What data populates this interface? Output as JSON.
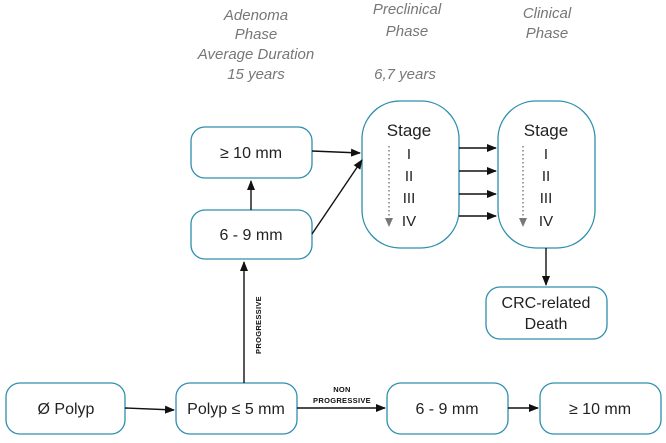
{
  "phases": {
    "adenoma": [
      "Adenoma",
      "Phase",
      "Average Duration",
      "15 years"
    ],
    "preclinical": [
      "Preclinical",
      "Phase"
    ],
    "preclinical_duration": "6,7 years",
    "clinical": [
      "Clinical",
      "Phase"
    ]
  },
  "nodes": {
    "no_polyp": "Ø Polyp",
    "polyp_small": "Polyp ≤ 5 mm",
    "mid_progressive": "6 - 9 mm",
    "large_progressive": "≥ 10 mm",
    "mid_nonprogressive": "6 - 9 mm",
    "large_nonprogressive": "≥ 10 mm",
    "crc_death": [
      "CRC-related",
      "Death"
    ]
  },
  "stage_boxes": {
    "preclinical": {
      "title": "Stage",
      "stages": [
        "I",
        "II",
        "III",
        "IV"
      ]
    },
    "clinical": {
      "title": "Stage",
      "stages": [
        "I",
        "II",
        "III",
        "IV"
      ]
    }
  },
  "edge_labels": {
    "progressive": "PROGRESSIVE",
    "non_progressive": [
      "NON",
      "PROGRESSIVE"
    ]
  },
  "colors": {
    "box_border": "#2e8fae",
    "phase_text": "#777777",
    "arrow": "#111111"
  }
}
